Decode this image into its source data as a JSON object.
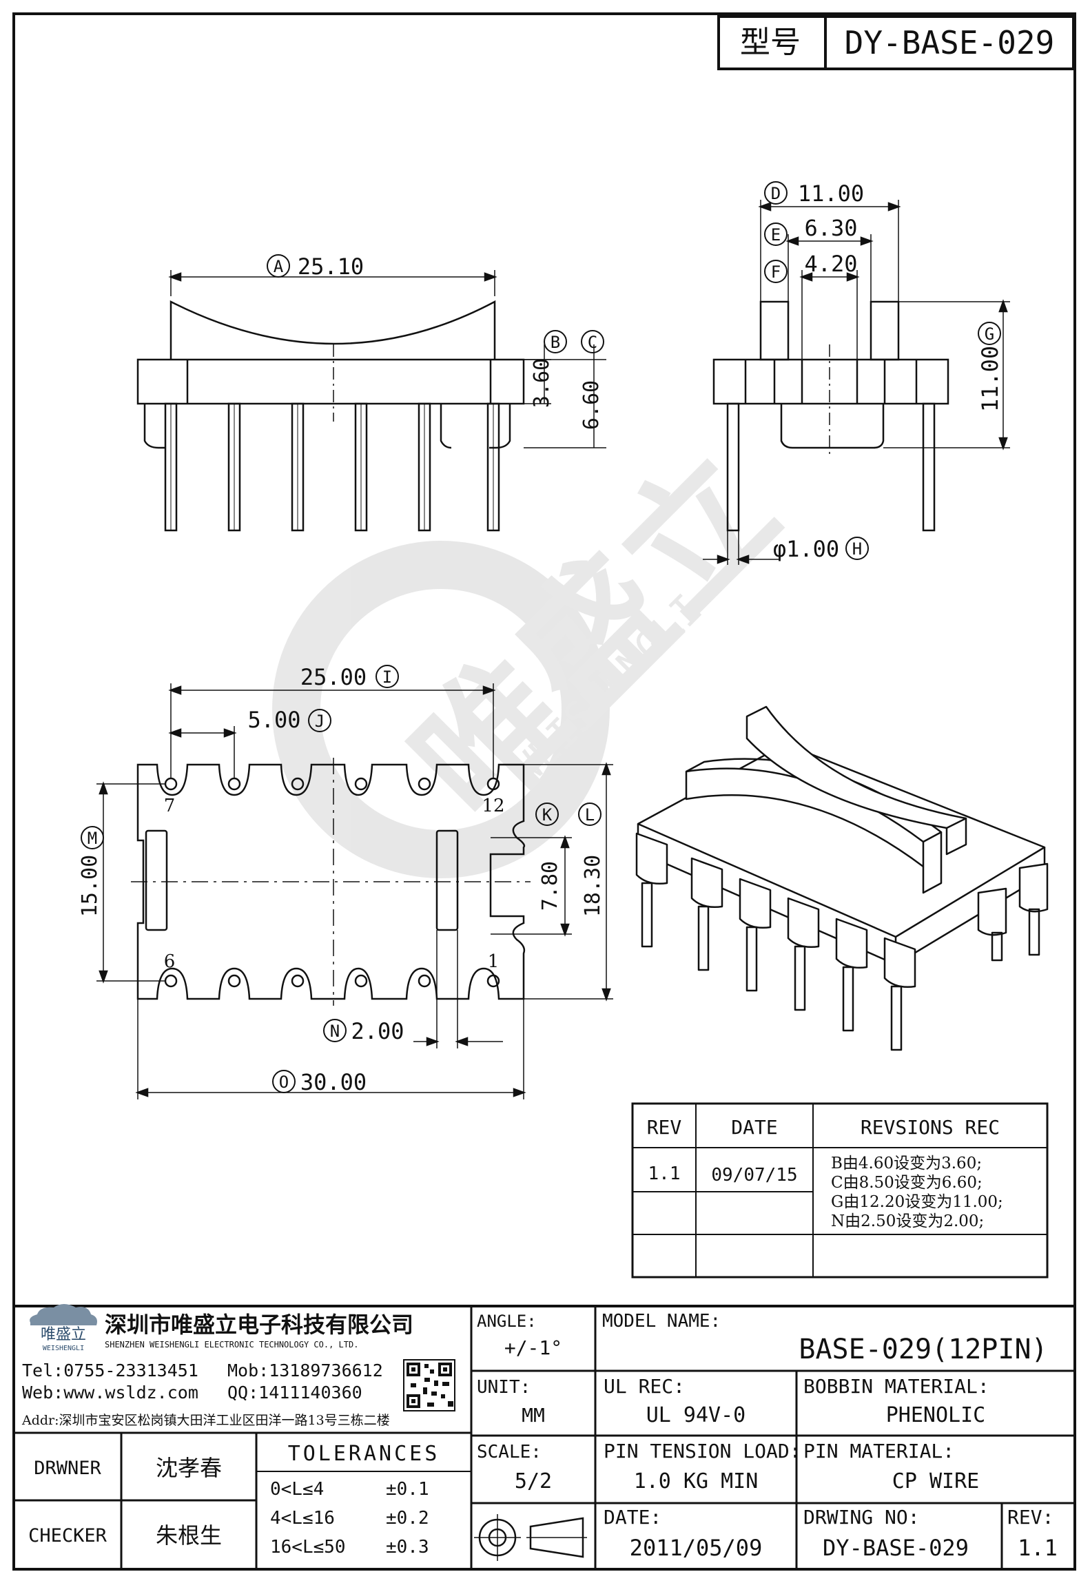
{
  "model_box": {
    "label": "型号",
    "value": "DY-BASE-029"
  },
  "dims": {
    "A": {
      "letter": "A",
      "value": "25.10"
    },
    "B": {
      "letter": "B",
      "value": "3.60"
    },
    "C": {
      "letter": "C",
      "value": "6.60"
    },
    "D": {
      "letter": "D",
      "value": "11.00"
    },
    "E": {
      "letter": "E",
      "value": "6.30"
    },
    "F": {
      "letter": "F",
      "value": "4.20"
    },
    "G": {
      "letter": "G",
      "value": "11.00"
    },
    "H": {
      "letter": "H",
      "value": "φ1.00"
    },
    "I": {
      "letter": "I",
      "value": "25.00"
    },
    "J": {
      "letter": "J",
      "value": "5.00"
    },
    "K": {
      "letter": "K",
      "value": "7.80"
    },
    "L": {
      "letter": "L",
      "value": "18.30"
    },
    "M": {
      "letter": "M",
      "value": "15.00"
    },
    "N": {
      "letter": "N",
      "value": "2.00"
    },
    "O": {
      "letter": "O",
      "value": "30.00"
    }
  },
  "pin_numbers": {
    "p7": "7",
    "p12": "12",
    "p6": "6",
    "p1": "1"
  },
  "revision_table": {
    "headers": [
      "REV",
      "DATE",
      "REVSIONS REC"
    ],
    "rows": [
      {
        "rev": "1.1",
        "date": "09/07/15",
        "notes": [
          "B由4.60设变为3.60;",
          "C由8.50设变为6.60;",
          "G由12.20设变为11.00;",
          "N由2.50设变为2.00;"
        ]
      }
    ]
  },
  "watermark": {
    "cn": "唯盛立",
    "en": "WEISHENGLI"
  },
  "company": {
    "logo_text": "唯盛立",
    "logo_sub": "WEISHENGLI",
    "name_cn": "深圳市唯盛立电子科技有限公司",
    "name_en": "SHENZHEN WEISHENGLI ELECTRONIC TECHNOLOGY CO., LTD.",
    "tel": "Tel:0755-23313451",
    "mob": "Mob:13189736612",
    "web": "Web:www.wsldz.com",
    "qq": "QQ:1411140360",
    "addr": "Addr:深圳市宝安区松岗镇大田洋工业区田洋一路13号三栋二楼"
  },
  "title_block": {
    "angle_label": "ANGLE:",
    "angle_value": "+/-1°",
    "model_label": "MODEL NAME:",
    "model_value": "BASE-029(12PIN)",
    "unit_label": "UNIT:",
    "unit_value": "MM",
    "ul_label": "UL REC:",
    "ul_value": "UL 94V-0",
    "bobbin_label": "BOBBIN MATERIAL:",
    "bobbin_value": "PHENOLIC",
    "scale_label": "SCALE:",
    "scale_value": "5/2",
    "tension_label": "PIN TENSION LOAD:",
    "tension_value": "1.0 KG MIN",
    "pinmat_label": "PIN MATERIAL:",
    "pinmat_value": "CP WIRE",
    "date_label": "DATE:",
    "date_value": "2011/05/09",
    "drwing_label": "DRWING NO:",
    "drwing_value": "DY-BASE-029",
    "rev_label": "REV:",
    "rev_value": "1.1",
    "drawer_label": "DRWNER",
    "drawer_name": "沈孝春",
    "checker_label": "CHECKER",
    "checker_name": "朱根生",
    "tol_title": "TOLERANCES",
    "tol_rows": [
      {
        "range": "0<L≤4",
        "tol": "±0.1"
      },
      {
        "range": "4<L≤16",
        "tol": "±0.2"
      },
      {
        "range": "16<L≤50",
        "tol": "±0.3"
      }
    ]
  }
}
